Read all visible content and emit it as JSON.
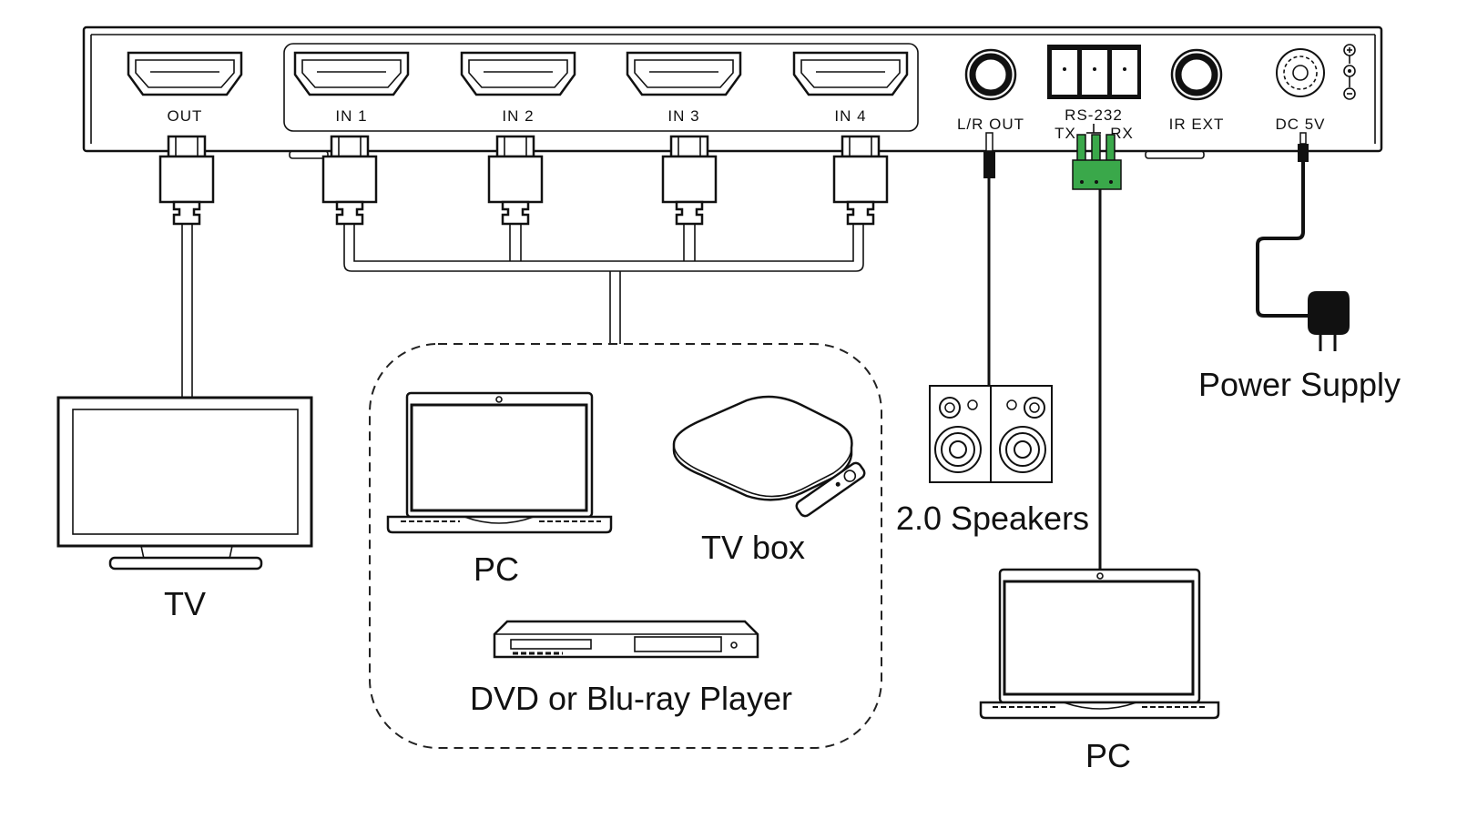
{
  "ports": {
    "out": "OUT",
    "in1": "IN 1",
    "in2": "IN 2",
    "in3": "IN 3",
    "in4": "IN 4",
    "lr_out": "L/R OUT",
    "rs232": "RS-232",
    "tx": "TX",
    "rx": "RX",
    "ir_ext": "IR EXT",
    "dc5v": "DC 5V"
  },
  "devices": {
    "tv": "TV",
    "pc_source": "PC",
    "tv_box": "TV box",
    "dvd": "DVD or Blu-ray Player",
    "speakers": "2.0 Speakers",
    "power_supply": "Power Supply",
    "pc_control": "PC"
  },
  "icons": [
    "hdmi-port-icon",
    "audio-jack-icon",
    "rs232-terminal-icon",
    "ir-port-icon",
    "dc-port-icon",
    "tv-icon",
    "laptop-icon",
    "tv-box-icon",
    "remote-icon",
    "dvd-player-icon",
    "speaker-icon",
    "power-adapter-icon"
  ]
}
